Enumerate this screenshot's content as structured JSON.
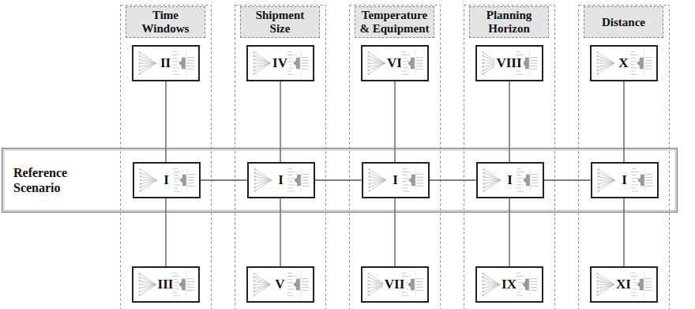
{
  "diagram": {
    "nodes": [
      {
        "text": [
          "Time Windows"
        ]
      },
      {
        "text": [
          "Shipment Size"
        ]
      },
      {
        "text": [
          "Temperature & Equipment"
        ]
      },
      {
        "text": [
          "Planning Horizon"
        ]
      },
      {
        "text": [
          "Distance"
        ]
      },
      {
        "text": [
          "II"
        ]
      },
      {
        "text": [
          "IV"
        ]
      },
      {
        "text": [
          "VI"
        ]
      },
      {
        "text": [
          "VIII"
        ]
      },
      {
        "text": [
          "X"
        ]
      },
      {
        "text": [
          "Reference Scenario"
        ]
      },
      {
        "text": [
          "I"
        ],
        "in": 10
      },
      {
        "text": [
          "I"
        ],
        "in": 10
      },
      {
        "text": [
          "I"
        ],
        "in": 10
      },
      {
        "text": [
          "I"
        ],
        "in": 10
      },
      {
        "text": [
          "I"
        ],
        "in": 10
      },
      {
        "text": [
          "III"
        ]
      },
      {
        "text": [
          "V"
        ]
      },
      {
        "text": [
          "VII"
        ]
      },
      {
        "text": [
          "IX"
        ]
      },
      {
        "text": [
          "XI"
        ]
      }
    ],
    "edges": [
      {
        "from": 5,
        "to": 11,
        "arrow": "none"
      },
      {
        "from": 11,
        "to": 16,
        "arrow": "none"
      },
      {
        "from": 6,
        "to": 12,
        "arrow": "none"
      },
      {
        "from": 12,
        "to": 17,
        "arrow": "none"
      },
      {
        "from": 7,
        "to": 13,
        "arrow": "none"
      },
      {
        "from": 13,
        "to": 18,
        "arrow": "none"
      },
      {
        "from": 8,
        "to": 14,
        "arrow": "none"
      },
      {
        "from": 14,
        "to": 19,
        "arrow": "none"
      },
      {
        "from": 9,
        "to": 15,
        "arrow": "none"
      },
      {
        "from": 15,
        "to": 20,
        "arrow": "none"
      },
      {
        "from": 11,
        "to": 12,
        "arrow": "none"
      },
      {
        "from": 12,
        "to": 13,
        "arrow": "none"
      },
      {
        "from": 13,
        "to": 14,
        "arrow": "none"
      },
      {
        "from": 14,
        "to": 15,
        "arrow": "none"
      }
    ]
  }
}
